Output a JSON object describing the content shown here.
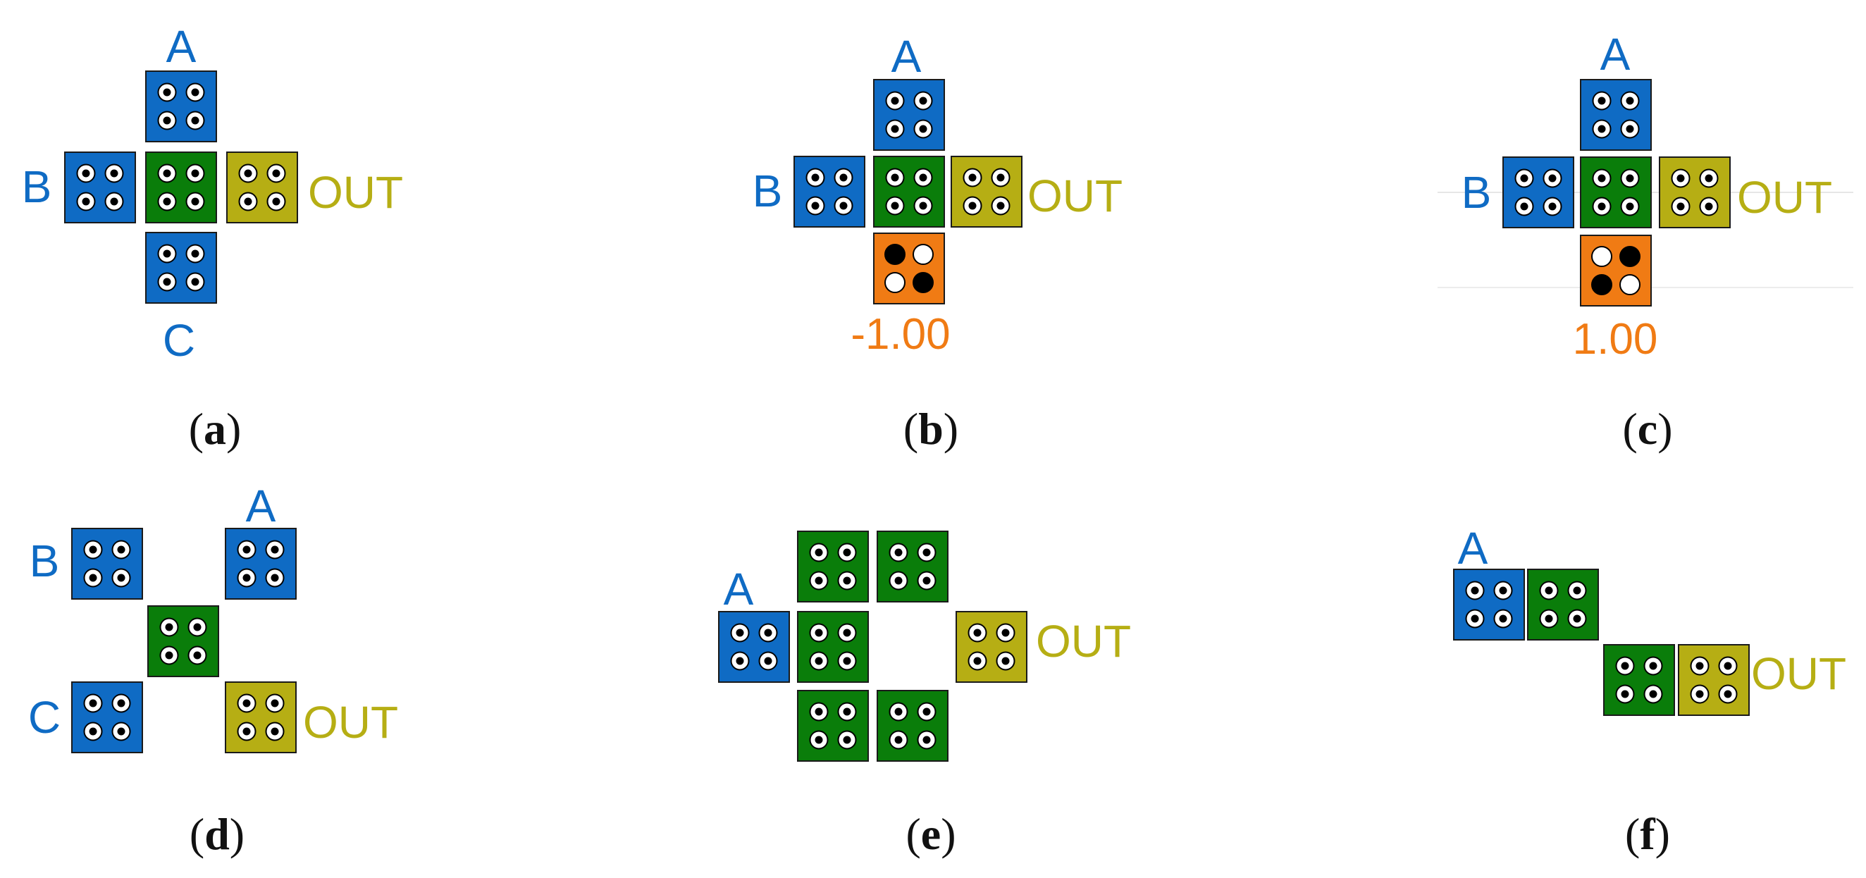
{
  "colors": {
    "blue": "#0f6bc4",
    "green": "#0a7d0a",
    "olive": "#b6ae14",
    "orange": "#f07b14",
    "tile_border": "#1a1a1a",
    "pin_white": "#ffffff",
    "pin_black": "#000000",
    "caption": "#111111"
  },
  "panels": [
    {
      "id": "a",
      "caption": "a",
      "tiles": [
        {
          "role": "input-A",
          "color": "blue",
          "pins": "ring",
          "label": "A"
        },
        {
          "role": "input-B",
          "color": "blue",
          "pins": "ring",
          "label": "B"
        },
        {
          "role": "gate",
          "color": "green",
          "pins": "ring"
        },
        {
          "role": "output",
          "color": "olive",
          "pins": "ring",
          "label": "OUT"
        },
        {
          "role": "input-C",
          "color": "blue",
          "pins": "ring",
          "label": "C"
        }
      ]
    },
    {
      "id": "b",
      "caption": "b",
      "tiles": [
        {
          "role": "input-A",
          "color": "blue",
          "pins": "ring",
          "label": "A"
        },
        {
          "role": "input-B",
          "color": "blue",
          "pins": "ring",
          "label": "B"
        },
        {
          "role": "gate",
          "color": "green",
          "pins": "ring"
        },
        {
          "role": "output",
          "color": "olive",
          "pins": "ring",
          "label": "OUT"
        },
        {
          "role": "bias",
          "color": "orange",
          "pins": "diag-black-main",
          "label": "-1.00"
        }
      ]
    },
    {
      "id": "c",
      "caption": "c",
      "tiles": [
        {
          "role": "input-A",
          "color": "blue",
          "pins": "ring",
          "label": "A"
        },
        {
          "role": "input-B",
          "color": "blue",
          "pins": "ring",
          "label": "B"
        },
        {
          "role": "gate",
          "color": "green",
          "pins": "ring"
        },
        {
          "role": "output",
          "color": "olive",
          "pins": "ring",
          "label": "OUT"
        },
        {
          "role": "bias",
          "color": "orange",
          "pins": "diag-black-anti",
          "label": "1.00"
        }
      ]
    },
    {
      "id": "d",
      "caption": "d",
      "tiles": [
        {
          "role": "input-B",
          "color": "blue",
          "pins": "ring",
          "label": "B"
        },
        {
          "role": "input-A",
          "color": "blue",
          "pins": "ring",
          "label": "A"
        },
        {
          "role": "gate",
          "color": "green",
          "pins": "ring"
        },
        {
          "role": "input-C",
          "color": "blue",
          "pins": "ring",
          "label": "C"
        },
        {
          "role": "output",
          "color": "olive",
          "pins": "ring",
          "label": "OUT"
        }
      ]
    },
    {
      "id": "e",
      "caption": "e",
      "tiles": [
        {
          "role": "wire-1",
          "color": "green",
          "pins": "ring"
        },
        {
          "role": "wire-2",
          "color": "green",
          "pins": "ring"
        },
        {
          "role": "input-A",
          "color": "blue",
          "pins": "ring",
          "label": "A"
        },
        {
          "role": "wire-3",
          "color": "green",
          "pins": "ring"
        },
        {
          "role": "output",
          "color": "olive",
          "pins": "ring",
          "label": "OUT"
        },
        {
          "role": "wire-4",
          "color": "green",
          "pins": "ring"
        },
        {
          "role": "wire-5",
          "color": "green",
          "pins": "ring"
        }
      ]
    },
    {
      "id": "f",
      "caption": "f",
      "tiles": [
        {
          "role": "input-A",
          "color": "blue",
          "pins": "ring",
          "label": "A"
        },
        {
          "role": "wire-1",
          "color": "green",
          "pins": "ring"
        },
        {
          "role": "wire-2",
          "color": "green",
          "pins": "ring"
        },
        {
          "role": "output",
          "color": "olive",
          "pins": "ring",
          "label": "OUT"
        }
      ]
    }
  ]
}
